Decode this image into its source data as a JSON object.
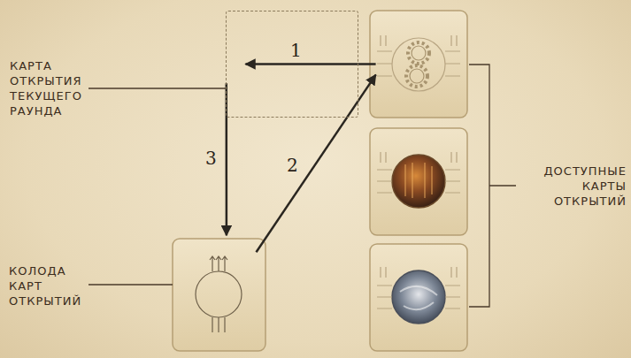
{
  "diagram": {
    "nodes": [
      {
        "text": [
          "КАРТА ОТКРЫТИЯ ТЕКУЩЕГО РАУНДА"
        ]
      },
      {
        "text": []
      },
      {
        "text": [
          "КОЛОДА КАРТ ОТКРЫТИЙ"
        ]
      }
    ],
    "edges": [
      {
        "from": 1,
        "to": 0,
        "label": "1",
        "arrow": "to"
      },
      {
        "from": 2,
        "to": 1,
        "label": "2",
        "arrow": "to"
      },
      {
        "from": 0,
        "to": 2,
        "label": "3",
        "arrow": "to"
      }
    ],
    "labels": [
      "ДОСТУПНЫЕ КАРТЫ ОТКРЫТИЙ"
    ]
  }
}
